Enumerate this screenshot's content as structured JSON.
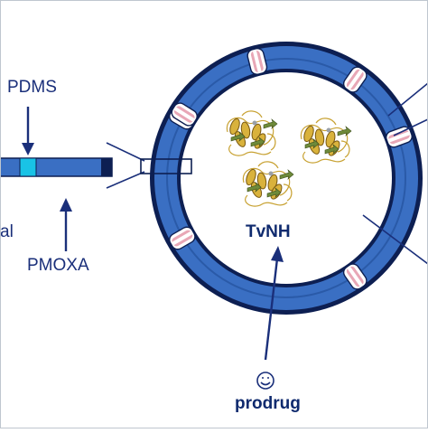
{
  "labels": {
    "pdms": "PDMS",
    "pmoxa": "PMOXA",
    "left_fragment": "al",
    "enzyme": "TvNH",
    "substrate": "prodrug"
  },
  "icons": {
    "smiley": "smiley-icon",
    "protein": "protein-structure-icon",
    "pore": "membrane-pore-icon"
  },
  "colors": {
    "membrane": "#3a6fc3",
    "membrane_edge": "#0d1f52",
    "membrane_light": "#4f86d6",
    "pdms_segment": "#19c3e6",
    "pore_pink": "#e8a7b6",
    "arrow": "#1a2f7a",
    "protein_gold": "#c8a233",
    "protein_green": "#6e8a3a"
  }
}
